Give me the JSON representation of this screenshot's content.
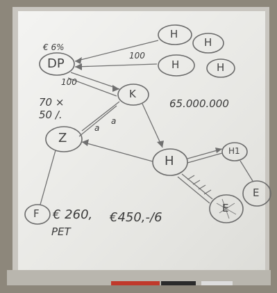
{
  "whiteboard": {
    "nodes": [
      {
        "id": "dp",
        "label": "DP"
      },
      {
        "id": "h1",
        "label": "H"
      },
      {
        "id": "h2",
        "label": "H"
      },
      {
        "id": "h3",
        "label": "H"
      },
      {
        "id": "h4",
        "label": "H"
      },
      {
        "id": "k",
        "label": "K"
      },
      {
        "id": "z",
        "label": "Z"
      },
      {
        "id": "h-center",
        "label": "H"
      },
      {
        "id": "h-right",
        "label": "H1"
      },
      {
        "id": "e-right",
        "label": "E"
      },
      {
        "id": "e-bottom",
        "label": "E"
      },
      {
        "id": "f",
        "label": "F"
      }
    ],
    "annotations": {
      "dp_top": "€ 6%",
      "dp_below": "100",
      "left_numbers_1": "70 ×",
      "left_numbers_2": "50 /.",
      "big_number": "65.000.000",
      "bottom_text_1": "€ 260,",
      "bottom_text_2": "€450,-/6",
      "bottom_text_3": "PET",
      "arrow_label_top": "100",
      "arrow_label_k": "a",
      "arrow_label_z": "a"
    }
  }
}
